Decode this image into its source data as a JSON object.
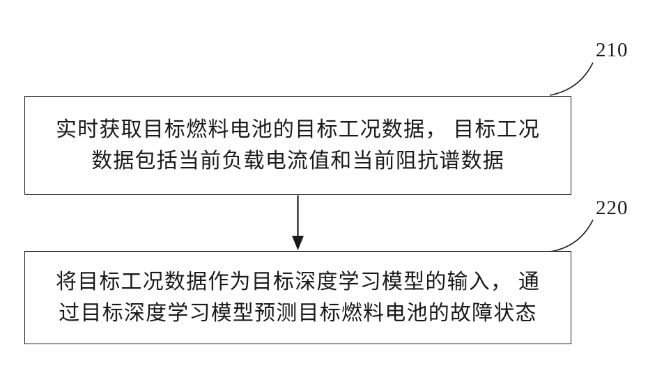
{
  "diagram": {
    "title": "fuel-cell fault prediction flowchart",
    "steps": [
      {
        "ref": "210",
        "lines": [
          "实时获取目标燃料电池的目标工况数据， 目标工况",
          "数据包括当前负载电流值和当前阻抗谱数据"
        ]
      },
      {
        "ref": "220",
        "lines": [
          "将目标工况数据作为目标深度学习模型的输入， 通",
          "过目标深度学习模型预测目标燃料电池的故障状态"
        ]
      }
    ],
    "colors": {
      "line": "#1a1a1a",
      "background": "#ffffff",
      "text": "#1a1a1a"
    }
  }
}
